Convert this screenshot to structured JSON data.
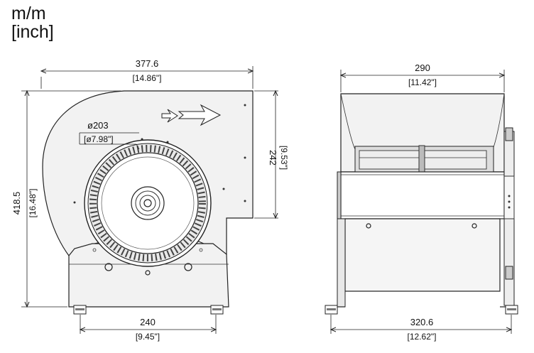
{
  "units": {
    "line1": "m/m",
    "line2": "[inch]"
  },
  "dimensions": {
    "front_width_mm": "377.6",
    "front_width_in": "[14.86\"]",
    "front_height_mm": "418.5",
    "front_height_in": "[16.48\"]",
    "outlet_height_mm": "242",
    "outlet_height_in": "[9.53\"]",
    "wheel_dia_mm": "ø203",
    "wheel_dia_in": "[ø7.98\"]",
    "base_width_mm": "240",
    "base_width_in": "[9.45\"]",
    "side_width_mm": "290",
    "side_width_in": "[11.42\"]",
    "side_base_mm": "320.6",
    "side_base_in": "[12.62\"]"
  }
}
